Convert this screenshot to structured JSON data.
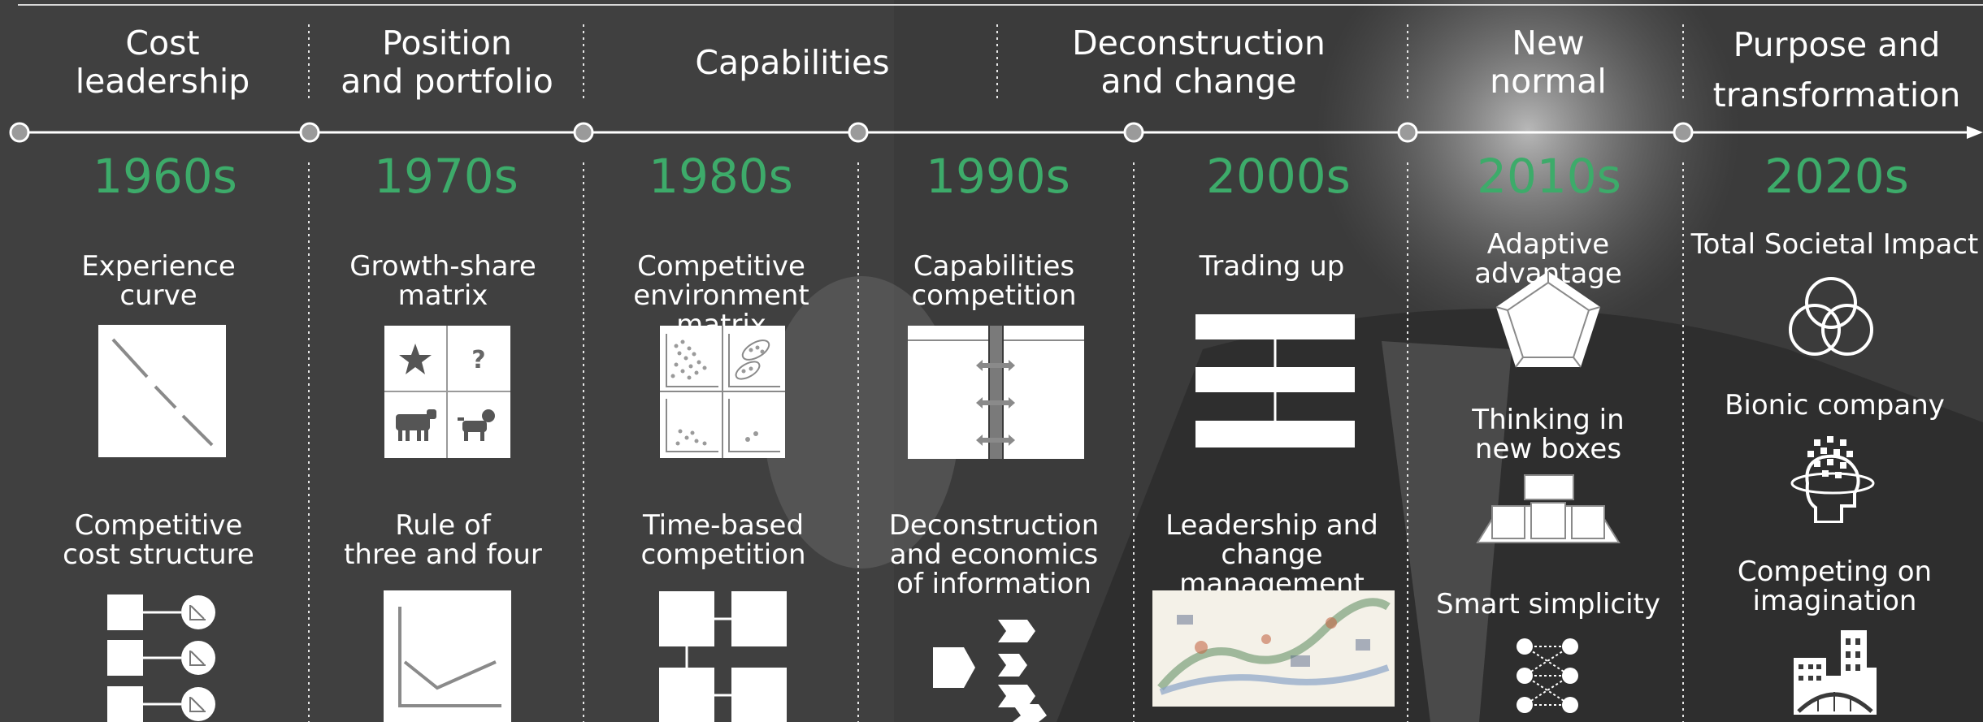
{
  "eras": [
    {
      "label": "Cost\nleadership"
    },
    {
      "label": "Position\nand portfolio"
    },
    {
      "label": "Capabilities"
    },
    {
      "label": "Deconstruction\nand change"
    },
    {
      "label": "New\nnormal"
    },
    {
      "label": "Purpose and\ntransformation"
    }
  ],
  "decades": [
    "1960s",
    "1970s",
    "1980s",
    "1990s",
    "2000s",
    "2010s",
    "2020s"
  ],
  "concepts": {
    "experience_curve": "Experience\ncurve",
    "competitive_cost_structure": "Competitive\ncost structure",
    "growth_share_matrix": "Growth-share\nmatrix",
    "growth_share_question": "?",
    "rule_of_three_and_four": "Rule of\nthree and four",
    "competitive_environment_matrix": "Competitive\nenvironment matrix",
    "time_based_competition": "Time-based\ncompetition",
    "capabilities_competition": "Capabilities\ncompetition",
    "deconstruction_economics": "Deconstruction\nand economics\nof information",
    "trading_up": "Trading up",
    "leadership_change_management": "Leadership and\nchange management",
    "adaptive_advantage": "Adaptive advantage",
    "thinking_in_new_boxes": "Thinking in\nnew boxes",
    "smart_simplicity": "Smart simplicity",
    "total_societal_impact": "Total Societal Impact",
    "bionic_company": "Bionic company",
    "competing_on_imagination": "Competing on\nimagination"
  },
  "colors": {
    "decade": "#3dab6a",
    "line": "#ffffff"
  }
}
